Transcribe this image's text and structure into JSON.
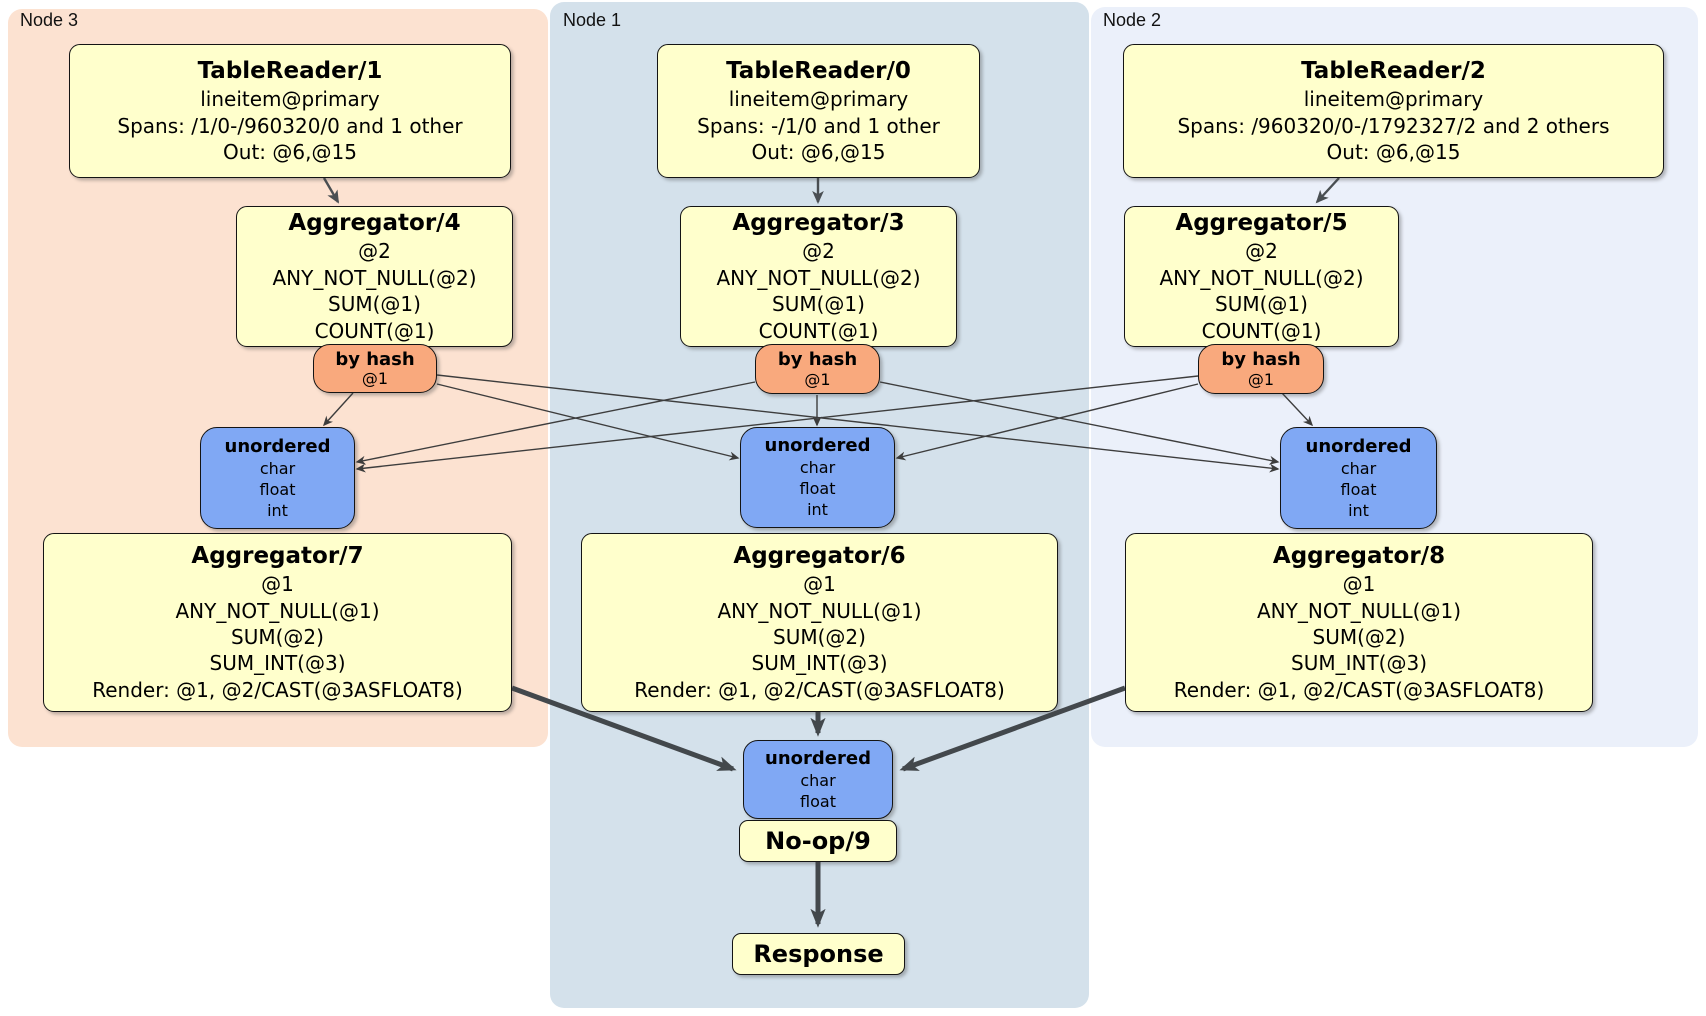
{
  "colors": {
    "node3_bg": "#fce2d1",
    "node1_bg": "#d4e1eb",
    "node2_bg": "#ebf0fa",
    "box_yellow": "#ffffcc",
    "router_orange": "#f9a97d",
    "sync_blue": "#80a8f4",
    "edge_thin": "#3d3d3d",
    "edge_thick": "#43484c"
  },
  "node_groups": [
    {
      "label": "Node 3",
      "table_reader": {
        "title": "TableReader/1",
        "index": "lineitem@primary",
        "spans": "Spans: /1/0-/960320/0 and 1 other",
        "out": "Out: @6,@15"
      },
      "aggregator_top": {
        "title": "Aggregator/4",
        "lines": [
          "@2",
          "ANY_NOT_NULL(@2)",
          "SUM(@1)",
          "COUNT(@1)"
        ]
      },
      "hash_router": {
        "title": "by hash",
        "subtitle": "@1"
      },
      "sync": {
        "title": "unordered",
        "lines": [
          "char",
          "float",
          "int"
        ]
      },
      "aggregator_bottom": {
        "title": "Aggregator/7",
        "lines": [
          "@1",
          "ANY_NOT_NULL(@1)",
          "SUM(@2)",
          "SUM_INT(@3)",
          "Render: @1, @2/CAST(@3ASFLOAT8)"
        ]
      }
    },
    {
      "label": "Node 1",
      "table_reader": {
        "title": "TableReader/0",
        "index": "lineitem@primary",
        "spans": "Spans: -/1/0 and 1 other",
        "out": "Out: @6,@15"
      },
      "aggregator_top": {
        "title": "Aggregator/3",
        "lines": [
          "@2",
          "ANY_NOT_NULL(@2)",
          "SUM(@1)",
          "COUNT(@1)"
        ]
      },
      "hash_router": {
        "title": "by hash",
        "subtitle": "@1"
      },
      "sync": {
        "title": "unordered",
        "lines": [
          "char",
          "float",
          "int"
        ]
      },
      "aggregator_bottom": {
        "title": "Aggregator/6",
        "lines": [
          "@1",
          "ANY_NOT_NULL(@1)",
          "SUM(@2)",
          "SUM_INT(@3)",
          "Render: @1, @2/CAST(@3ASFLOAT8)"
        ]
      }
    },
    {
      "label": "Node 2",
      "table_reader": {
        "title": "TableReader/2",
        "index": "lineitem@primary",
        "spans": "Spans: /960320/0-/1792327/2 and 2 others",
        "out": "Out: @6,@15"
      },
      "aggregator_top": {
        "title": "Aggregator/5",
        "lines": [
          "@2",
          "ANY_NOT_NULL(@2)",
          "SUM(@1)",
          "COUNT(@1)"
        ]
      },
      "hash_router": {
        "title": "by hash",
        "subtitle": "@1"
      },
      "sync": {
        "title": "unordered",
        "lines": [
          "char",
          "float",
          "int"
        ]
      },
      "aggregator_bottom": {
        "title": "Aggregator/8",
        "lines": [
          "@1",
          "ANY_NOT_NULL(@1)",
          "SUM(@2)",
          "SUM_INT(@3)",
          "Render: @1, @2/CAST(@3ASFLOAT8)"
        ]
      }
    }
  ],
  "final_stage": {
    "sync": {
      "title": "unordered",
      "lines": [
        "char",
        "float"
      ]
    },
    "noop_label": "No-op/9",
    "response_label": "Response"
  }
}
